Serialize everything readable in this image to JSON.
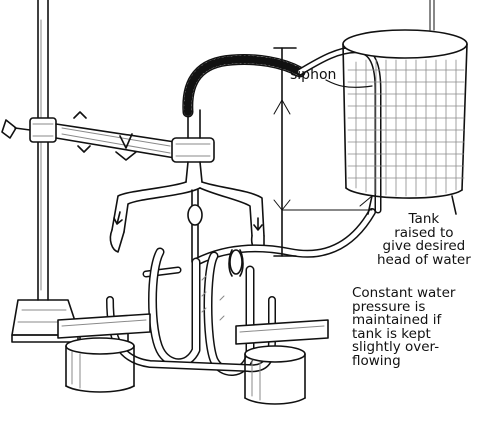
{
  "labels": {
    "siphon": "siphon",
    "tank": [
      "Tank",
      "raised to",
      "give desired",
      "head of water"
    ],
    "pressure": [
      "Constant water",
      "pressure is",
      "maintained if",
      "tank is kept",
      "slightly over-",
      "flowing"
    ]
  },
  "colors": {
    "ink": "#111111",
    "paper": "#ffffff",
    "shade": "#8a8a8a"
  }
}
